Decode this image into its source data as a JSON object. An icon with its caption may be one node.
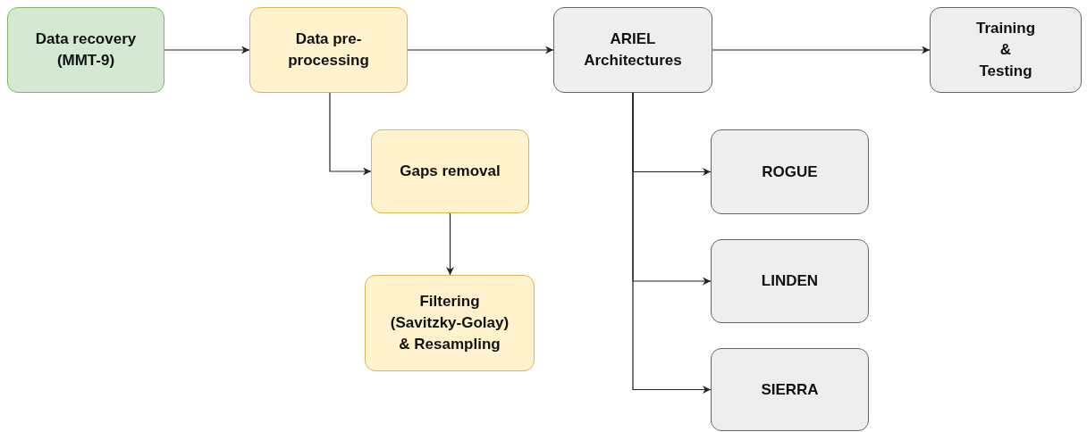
{
  "diagram": {
    "nodes": [
      {
        "text": [
          "Data recovery (MMT-9)"
        ]
      },
      {
        "text": [
          "Data pre-processing"
        ]
      },
      {
        "text": [
          "ARIEL Architectures"
        ]
      },
      {
        "text": [
          "Training & Testing"
        ]
      },
      {
        "text": [
          "Gaps removal"
        ]
      },
      {
        "text": [
          "Filtering (Savitzky-Golay) & Resampling"
        ]
      },
      {
        "text": [
          "ROGUE"
        ]
      },
      {
        "text": [
          "LINDEN"
        ]
      },
      {
        "text": [
          "SIERRA"
        ]
      }
    ],
    "edges": [
      {
        "from": 0,
        "to": 1,
        "arrow": "to"
      },
      {
        "from": 1,
        "to": 2,
        "arrow": "to"
      },
      {
        "from": 2,
        "to": 3,
        "arrow": "to"
      },
      {
        "from": 1,
        "to": 4,
        "arrow": "to"
      },
      {
        "from": 4,
        "to": 5,
        "arrow": "to"
      },
      {
        "from": 2,
        "to": 6,
        "arrow": "to"
      },
      {
        "from": 2,
        "to": 7,
        "arrow": "to"
      },
      {
        "from": 2,
        "to": 8,
        "arrow": "to"
      }
    ]
  }
}
